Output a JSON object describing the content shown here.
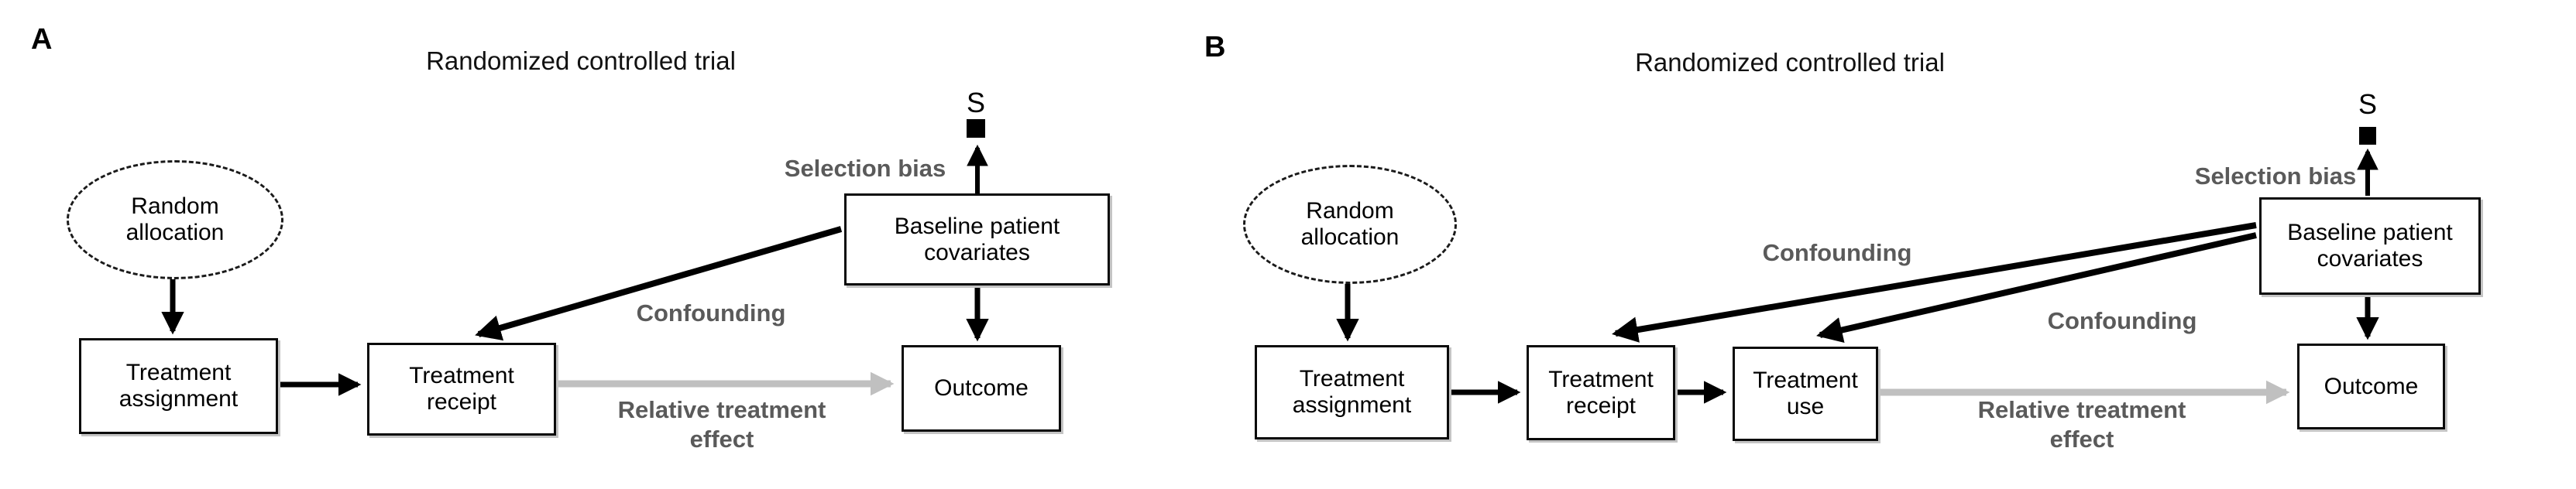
{
  "figure": {
    "background": "#ffffff",
    "colors": {
      "node_border": "#0a0a0a",
      "node_fill": "#ffffff",
      "arrow_black": "#000000",
      "arrow_effect_gray": "#c0c0c0",
      "bias_label_gray": "#5a5a5a",
      "selection_marker_fill": "#000000"
    },
    "selection_marker_shape": "filled-square"
  },
  "panels": [
    {
      "label": "A",
      "title": "Randomized controlled trial",
      "nodes": {
        "random_allocation": "Random allocation",
        "treatment_assignment": "Treatment assignment",
        "treatment_receipt": "Treatment receipt",
        "baseline_covariates": "Baseline patient covariates",
        "outcome": "Outcome",
        "selection_node": "S"
      },
      "edge_labels": {
        "selection_bias": "Selection bias",
        "confounding": "Confounding",
        "relative_treatment_effect": "Relative treatment effect"
      }
    },
    {
      "label": "B",
      "title": "Randomized controlled trial",
      "nodes": {
        "random_allocation": "Random allocation",
        "treatment_assignment": "Treatment assignment",
        "treatment_receipt": "Treatment receipt",
        "treatment_use": "Treatment use",
        "baseline_covariates": "Baseline patient covariates",
        "outcome": "Outcome",
        "selection_node": "S"
      },
      "edge_labels": {
        "selection_bias": "Selection bias",
        "confounding_receipt": "Confounding",
        "confounding_use": "Confounding",
        "relative_treatment_effect": "Relative treatment effect"
      }
    }
  ]
}
